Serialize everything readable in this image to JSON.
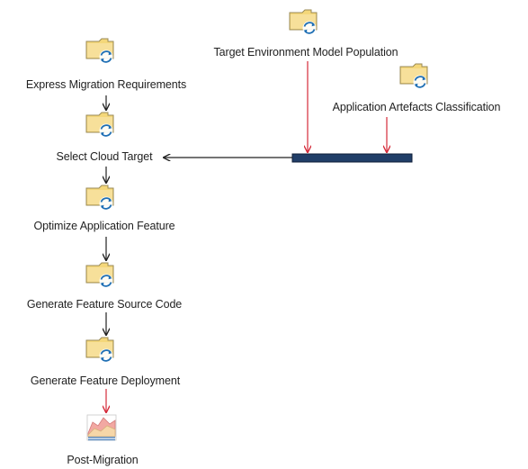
{
  "diagram": {
    "colors": {
      "task_icon_fill": "#f4d77a",
      "task_icon_stroke": "#9a8a55",
      "cycle_arrow": "#1f6fb4",
      "join_bar": "#213e68",
      "arrow_default": "#222222",
      "arrow_highlight": "#d42a3a"
    },
    "tasks": [
      {
        "id": "express",
        "label": "Express Migration Requirements",
        "icon": "task-cycle-icon"
      },
      {
        "id": "select",
        "label": "Select Cloud Target",
        "icon": "task-cycle-icon"
      },
      {
        "id": "optimize",
        "label": "Optimize Application Feature",
        "icon": "task-cycle-icon"
      },
      {
        "id": "gen_code",
        "label": "Generate Feature Source Code",
        "icon": "task-cycle-icon"
      },
      {
        "id": "gen_deploy",
        "label": "Generate Feature Deployment",
        "icon": "task-cycle-icon"
      },
      {
        "id": "target_env",
        "label": "Target Environment Model Population",
        "icon": "task-cycle-icon"
      },
      {
        "id": "artefacts",
        "label": "Application Artefacts Classification",
        "icon": "task-cycle-icon"
      },
      {
        "id": "post",
        "label": "Post-Migration",
        "icon": "area-chart-icon"
      }
    ],
    "flows": [
      {
        "from": "express",
        "to": "select"
      },
      {
        "from": "select",
        "to": "optimize"
      },
      {
        "from": "optimize",
        "to": "gen_code"
      },
      {
        "from": "gen_code",
        "to": "gen_deploy"
      },
      {
        "from": "gen_deploy",
        "to": "post",
        "highlight": true
      },
      {
        "from": "target_env",
        "to": "join",
        "highlight": true
      },
      {
        "from": "artefacts",
        "to": "join",
        "highlight": true
      },
      {
        "from": "join",
        "to": "select"
      }
    ]
  }
}
